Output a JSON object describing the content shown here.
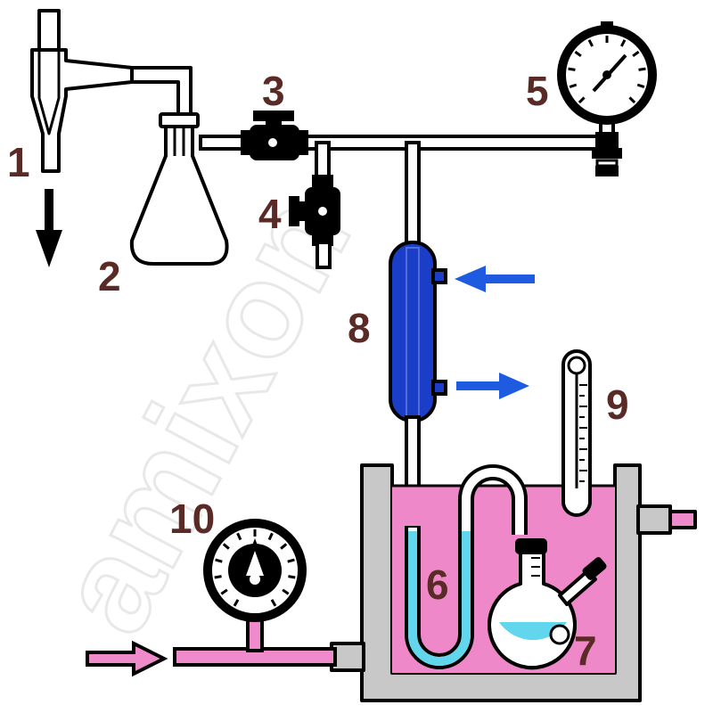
{
  "watermark": "amixon",
  "labels": {
    "l1": "1",
    "l2": "2",
    "l3": "3",
    "l4": "4",
    "l5": "5",
    "l6": "6",
    "l7": "7",
    "l8": "8",
    "l9": "9",
    "l10": "10"
  },
  "colors": {
    "outline": "#000000",
    "bath_liquid": "#ee88c8",
    "bath_wall": "#c8c8c8",
    "coolant": "#1a3ec8",
    "coolant_arrow": "#1f5be0",
    "sample_liquid": "#62d6ec",
    "inlet_pipe": "#f08bcb",
    "label": "#5a2b26"
  }
}
